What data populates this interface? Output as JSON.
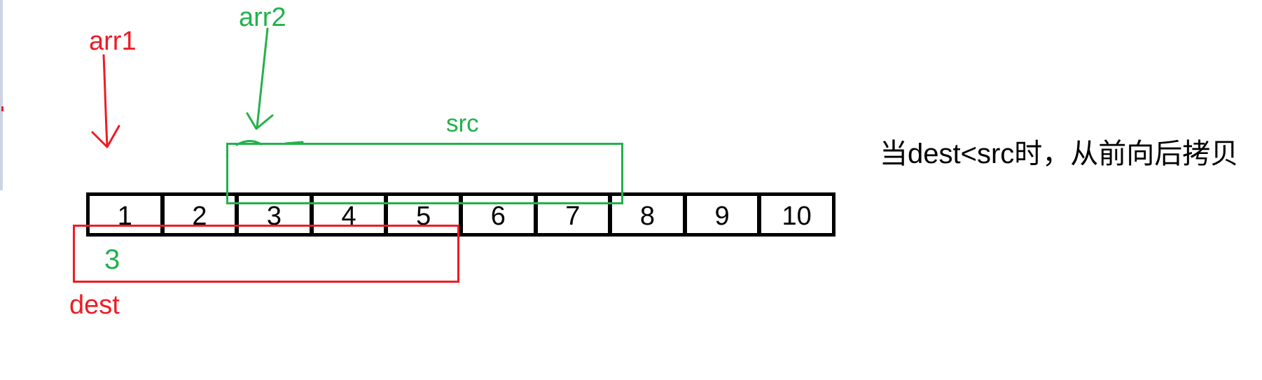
{
  "colors": {
    "red": "#ed1c24",
    "green": "#22b14c",
    "black": "#000000",
    "left_strip": "#ccd4e3"
  },
  "labels": {
    "arr1": "arr1",
    "arr2": "arr2",
    "src": "src",
    "dest": "dest",
    "dest_offset": "3",
    "note": "当dest<src时，从前向后拷贝"
  },
  "array": {
    "cells": [
      "1",
      "2",
      "3",
      "4",
      "5",
      "6",
      "7",
      "8",
      "9",
      "10"
    ]
  }
}
